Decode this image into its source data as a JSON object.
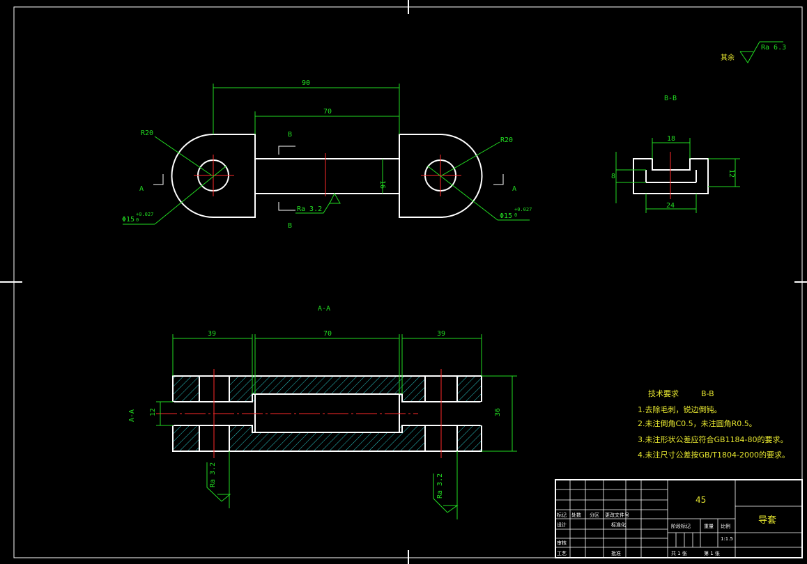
{
  "top_view": {
    "dim_overall": "90",
    "dim_slot": "70",
    "dim_arm_width": "16",
    "radius_left": "R20",
    "radius_right": "R20",
    "hole_left": "Φ15",
    "hole_right": "Φ15",
    "hole_tol": "+0.027",
    "hole_tol_low": "0",
    "roughness": "Ra 3.2",
    "section_a": "A",
    "section_b": "B"
  },
  "section_bb": {
    "title": "B-B",
    "dim_top": "18",
    "dim_bottom": "24",
    "dim_left": "8",
    "dim_right": "12"
  },
  "section_aa": {
    "title": "A-A",
    "side_label": "A-A",
    "dim_left": "39",
    "dim_mid": "70",
    "dim_right": "39",
    "dim_height": "36",
    "dim_inner": "12",
    "roughness_left": "Ra 3.2",
    "roughness_right": "Ra 3.2"
  },
  "surface_note": {
    "label": "其余",
    "value": "Ra 6.3"
  },
  "tech_requirements": {
    "heading": "技术要求",
    "heading_suffix": "B-B",
    "items": [
      "1.去除毛刺，锐边倒钝。",
      "2.未注倒角C0.5，未注圆角R0.5。",
      "3.未注形状公差应符合GB1184-80的要求。",
      "4.未注尺寸公差按GB/T1804-2000的要求。"
    ]
  },
  "title_block": {
    "material": "45",
    "part_name": "导套",
    "scale": "1:1.5",
    "cells": {
      "biaoji": "标记",
      "chushu": "处数",
      "fenqu": "分区",
      "gengai": "更改文件号",
      "sheji": "设计",
      "biaozhunhua": "标准化",
      "shenhe": "审核",
      "gongyi": "工艺",
      "pizhun": "批准",
      "jieduan": "阶段标记",
      "zhongliang": "重量",
      "bili": "比例",
      "gong": "共 1 张",
      "di": "第 1 张"
    }
  }
}
